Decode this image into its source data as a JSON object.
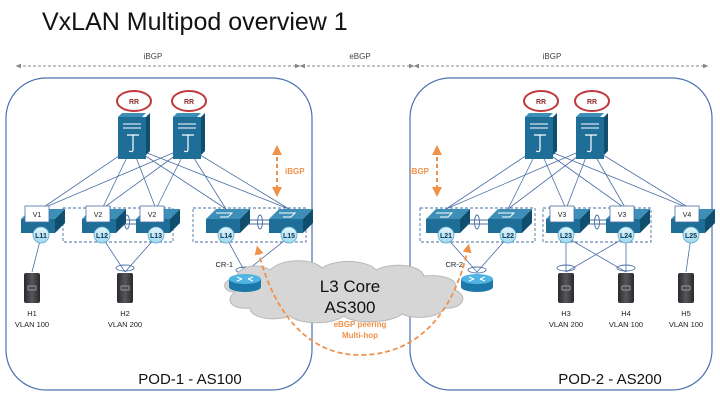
{
  "title": "VxLAN Multipod overview 1",
  "bgp_scopes": [
    {
      "label": "iBGP",
      "span": "pod1"
    },
    {
      "label": "eBGP",
      "span": "core"
    },
    {
      "label": "iBGP",
      "span": "pod2"
    }
  ],
  "colors": {
    "pod_border": "#4a72b0",
    "device_blue": "#1f6e98",
    "leaf_label_fill": "#bfe8f5",
    "rr_ring": "#c0393b",
    "annotation_orange": "#f0914a",
    "link": "#4a6fa5",
    "cloud": "#d6d6d6",
    "router": "#3ba4d8"
  },
  "pods": [
    {
      "name": "POD-1 - AS100",
      "rr": [
        "RR",
        "RR"
      ],
      "ibgp_label": "iBGP",
      "leaves": [
        {
          "id": "L11",
          "vpc": "V1"
        },
        {
          "id": "L12",
          "vpc": "V2"
        },
        {
          "id": "L13",
          "vpc": "V2"
        },
        {
          "id": "L14",
          "vpc": ""
        },
        {
          "id": "L15",
          "vpc": ""
        }
      ],
      "border_router": "CR-1",
      "hosts": [
        {
          "name": "H1",
          "vlan": "VLAN 100"
        },
        {
          "name": "H2",
          "vlan": "VLAN 200"
        }
      ]
    },
    {
      "name": "POD-2 - AS200",
      "rr": [
        "RR",
        "RR"
      ],
      "ibgp_label": "iBGP",
      "leaves": [
        {
          "id": "L21",
          "vpc": ""
        },
        {
          "id": "L22",
          "vpc": ""
        },
        {
          "id": "L23",
          "vpc": "V3"
        },
        {
          "id": "L24",
          "vpc": "V3"
        },
        {
          "id": "L25",
          "vpc": "V4"
        }
      ],
      "border_router": "CR-2",
      "hosts": [
        {
          "name": "H3",
          "vlan": "VLAN 200"
        },
        {
          "name": "H4",
          "vlan": "VLAN 100"
        },
        {
          "name": "H5",
          "vlan": "VLAN 100"
        }
      ]
    }
  ],
  "core": {
    "line1": "L3 Core",
    "line2": "AS300",
    "peering_line1": "eBGP peering",
    "peering_line2": "Multi-hop"
  }
}
